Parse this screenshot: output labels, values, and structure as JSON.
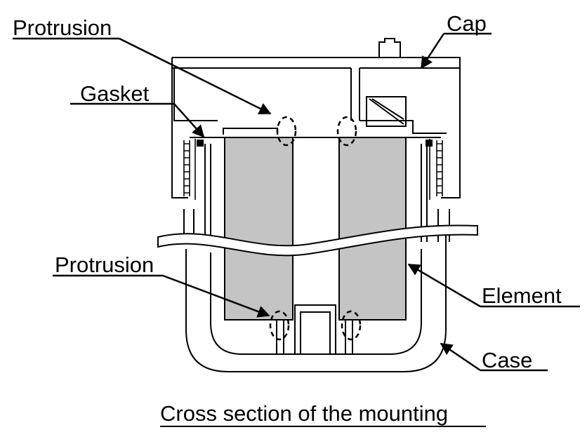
{
  "labels": {
    "protrusion_top": "Protrusion",
    "cap": "Cap",
    "gasket": "Gasket",
    "protrusion_bottom": "Protrusion",
    "element": "Element",
    "case": "Case"
  },
  "caption": "Cross section of the mounting",
  "colors": {
    "line": "#000000",
    "element_fill": "#c4c4c4",
    "background": "#ffffff"
  }
}
